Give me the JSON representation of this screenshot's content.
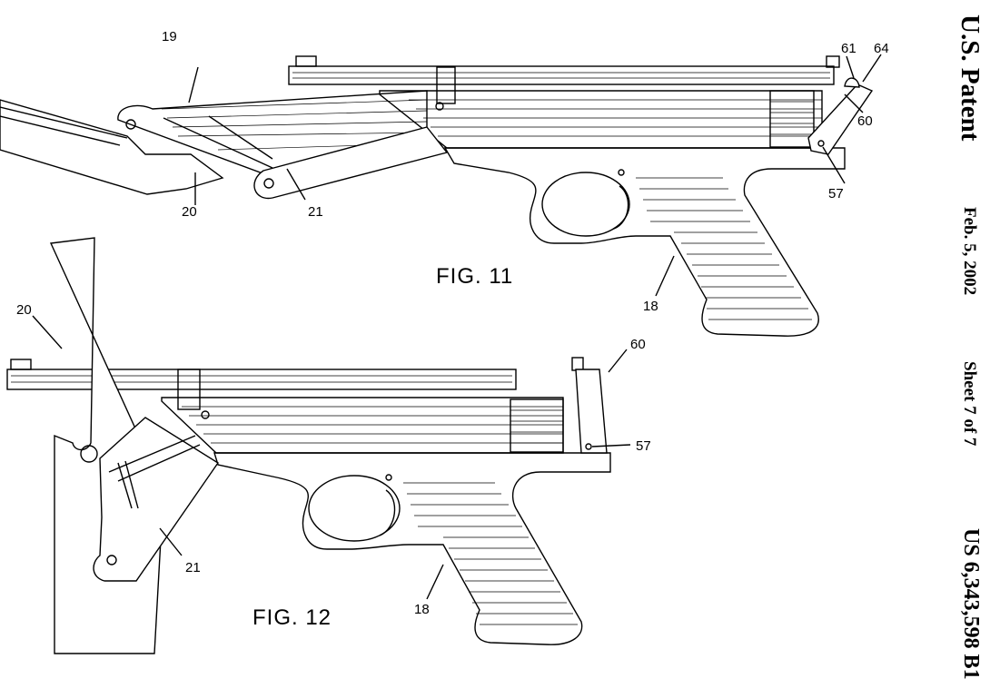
{
  "header": {
    "title": "U.S. Patent",
    "date": "Feb. 5, 2002",
    "sheet": "Sheet 7 of 7",
    "patent_number": "US 6,343,598 B1"
  },
  "figures": [
    {
      "label": "FIG. 11",
      "reference_numerals": [
        "19",
        "20",
        "21",
        "18",
        "57",
        "60",
        "61",
        "64"
      ]
    },
    {
      "label": "FIG. 12",
      "reference_numerals": [
        "20",
        "21",
        "18",
        "57",
        "60"
      ]
    }
  ]
}
